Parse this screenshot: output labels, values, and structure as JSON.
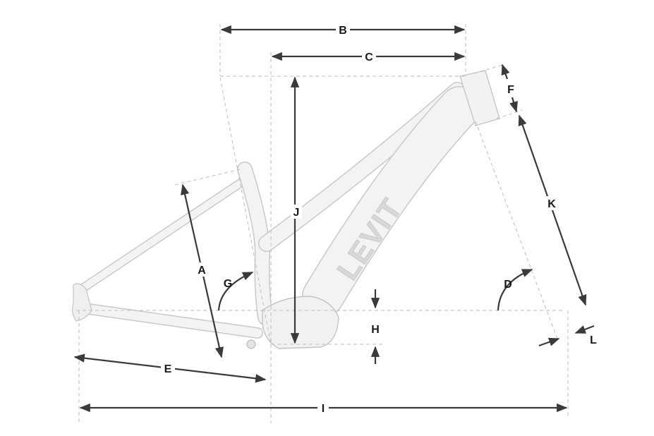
{
  "brand": "LEVIT",
  "dimensions": [
    {
      "key": "A",
      "label": "A"
    },
    {
      "key": "B",
      "label": "B"
    },
    {
      "key": "C",
      "label": "C"
    },
    {
      "key": "D",
      "label": "D"
    },
    {
      "key": "E",
      "label": "E"
    },
    {
      "key": "F",
      "label": "F"
    },
    {
      "key": "G",
      "label": "G"
    },
    {
      "key": "H",
      "label": "H"
    },
    {
      "key": "I",
      "label": "I"
    },
    {
      "key": "J",
      "label": "J"
    },
    {
      "key": "K",
      "label": "K"
    },
    {
      "key": "L",
      "label": "L"
    }
  ],
  "colors": {
    "frame": "#f0f0f0",
    "frame_outline": "#c9c9c9",
    "dimension_line": "#3a3a3a",
    "guide_line": "#bdbdbd"
  }
}
